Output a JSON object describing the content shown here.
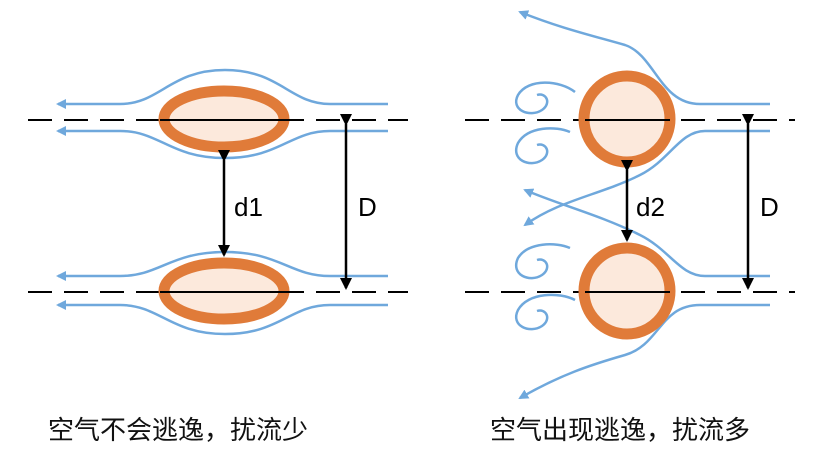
{
  "left_panel": {
    "gap_label": "d1",
    "distance_label": "D",
    "caption": "空气不会逃逸，扰流少"
  },
  "right_panel": {
    "gap_label": "d2",
    "distance_label": "D",
    "caption": "空气出现逃逸，扰流多"
  },
  "colors": {
    "flow_line": "#6fa8dc",
    "body_fill": "#e07b39",
    "body_inner": "#fce9dc",
    "axis_line": "#000000"
  }
}
